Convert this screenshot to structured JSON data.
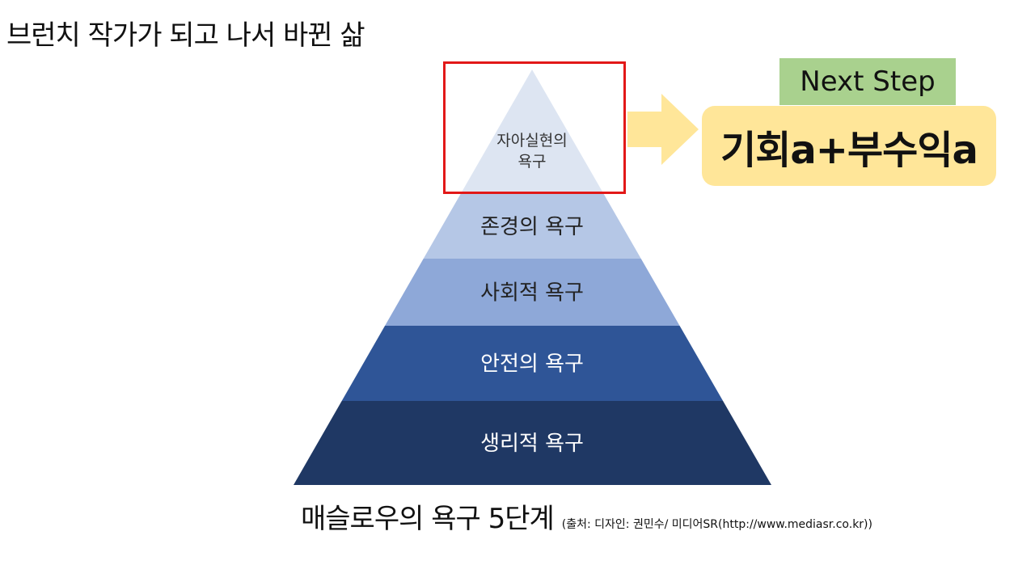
{
  "title": "브런치 작가가 되고 나서 바뀐 삶",
  "pyramid": {
    "levels": [
      {
        "label_lines": [
          "자아실현의",
          "욕구"
        ],
        "fill": "#dde5f2",
        "text_color": "#333333"
      },
      {
        "label_lines": [
          "존경의 욕구"
        ],
        "fill": "#b5c7e6",
        "text_color": "#222222"
      },
      {
        "label_lines": [
          "사회적 욕구"
        ],
        "fill": "#8ea8d8",
        "text_color": "#222222"
      },
      {
        "label_lines": [
          "안전의 욕구"
        ],
        "fill": "#2f5597",
        "text_color": "#ffffff"
      },
      {
        "label_lines": [
          "생리적 욕구"
        ],
        "fill": "#1f3864",
        "text_color": "#ffffff"
      }
    ],
    "highlight_color": "#e21818"
  },
  "next_step": {
    "tag": "Next Step",
    "text": "기회a+부수익a",
    "tag_color": "#a9d18e",
    "box_color": "#ffe699",
    "arrow_color": "#ffe699"
  },
  "caption": {
    "main": "매슬로우의 욕구 5단계",
    "source": "(출처: 디자인: 권민수/ 미디어SR(http://www.mediasr.co.kr))"
  }
}
